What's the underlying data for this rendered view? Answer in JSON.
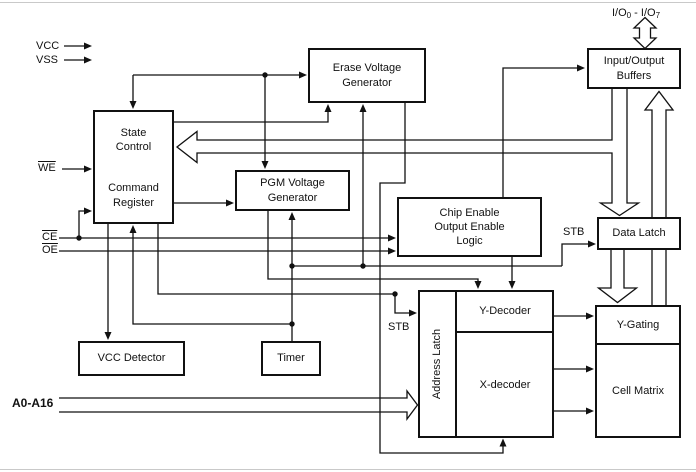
{
  "diagram_title": "memory-chip-functional-block-diagram",
  "colors": {
    "line": "#111111",
    "background": "#ffffff",
    "box_fill": "#ffffff"
  },
  "blocks": {
    "state_control": {
      "top": "State\nControl",
      "bottom": "Command\nRegister"
    },
    "erase_gen": {
      "label": "Erase Voltage\nGenerator"
    },
    "pgm_gen": {
      "label": "PGM Voltage\nGenerator"
    },
    "ceoe_logic": {
      "label": "Chip Enable\nOutput Enable\nLogic"
    },
    "io_buffers": {
      "label": "Input/Output\nBuffers"
    },
    "data_latch": {
      "label": "Data Latch"
    },
    "vcc_detector": {
      "label": "VCC Detector"
    },
    "timer": {
      "label": "Timer"
    },
    "address_latch": {
      "label": "Address Latch"
    },
    "y_decoder": {
      "label": "Y-Decoder"
    },
    "x_decoder": {
      "label": "X-decoder"
    },
    "y_gating": {
      "label": "Y-Gating"
    },
    "cell_matrix": {
      "label": "Cell Matrix"
    }
  },
  "pins": {
    "vcc": "VCC",
    "vss": "VSS",
    "we": "WE",
    "ce": "CE",
    "oe": "OE",
    "addr_bus": "A0-A16",
    "io_bus": {
      "pre": "I/O",
      "sub1": "0",
      "mid": " - I/O",
      "sub2": "7"
    },
    "stb_data_latch": "STB",
    "stb_addr_latch": "STB"
  }
}
